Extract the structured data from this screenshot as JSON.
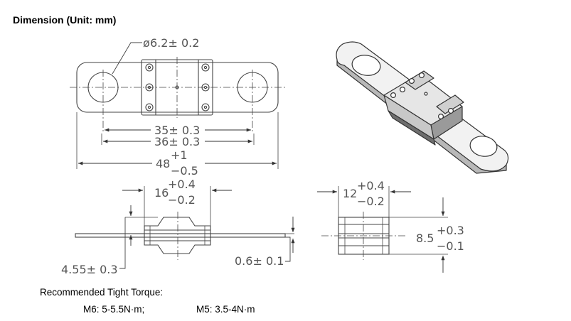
{
  "heading": "Dimension (Unit: mm)",
  "dims": {
    "hole_dia_sym": "ø",
    "hole_dia": "6.2± 0.2",
    "d35": "35± 0.3",
    "d36": "36± 0.3",
    "d48_base": "48",
    "d48_plus": "+1",
    "d48_minus": "−0.5",
    "d16_base": "16",
    "d16_plus": "+0.4",
    "d16_minus": "−0.2",
    "d12_base": "12",
    "d12_plus": "+0.4",
    "d12_minus": "−0.2",
    "d85_base": "8.5",
    "d85_plus": "+0.3",
    "d85_minus": "−0.1",
    "d455": "4.55± 0.3",
    "d06": "0.6± 0.1"
  },
  "torque": {
    "title": "Recommended Tight Torque:",
    "m6": "M6:  5-5.5N·m;",
    "m5": "M5:  3.5-4N·m"
  }
}
